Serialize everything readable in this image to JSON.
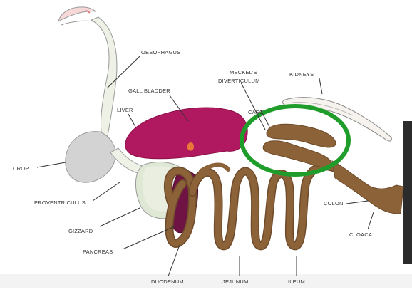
{
  "labels": {
    "oesophagus": "OESOPHAGUS",
    "gall_bladder": "GALL BLADDER",
    "liver": "LIVER",
    "meckels_line1": "MECKEL'S",
    "meckels_line2": "DIVERTICULUM",
    "kidneys": "KIDNEYS",
    "caeca": "CAEC",
    "crop": "CROP",
    "proventriculus": "PROVENTRICULUS",
    "gizzard": "GIZZARD",
    "pancreas": "PANCREAS",
    "duodenum": "DUODENUM",
    "jejunum": "JEJUNUM",
    "ileum": "ILEUM",
    "colon": "COLON",
    "cloaca": "CLOACA"
  },
  "colors": {
    "liver": "#b0195f",
    "intestine": "#8c6239",
    "intestine_edge": "#6e4b2a",
    "crop_gizzard": "#d3d3d3",
    "proventriculus": "#dfe8d4",
    "pancreas": "#6e1343",
    "highlight_circle": "#1f9d2b",
    "gall_bladder": "#e9773a"
  }
}
